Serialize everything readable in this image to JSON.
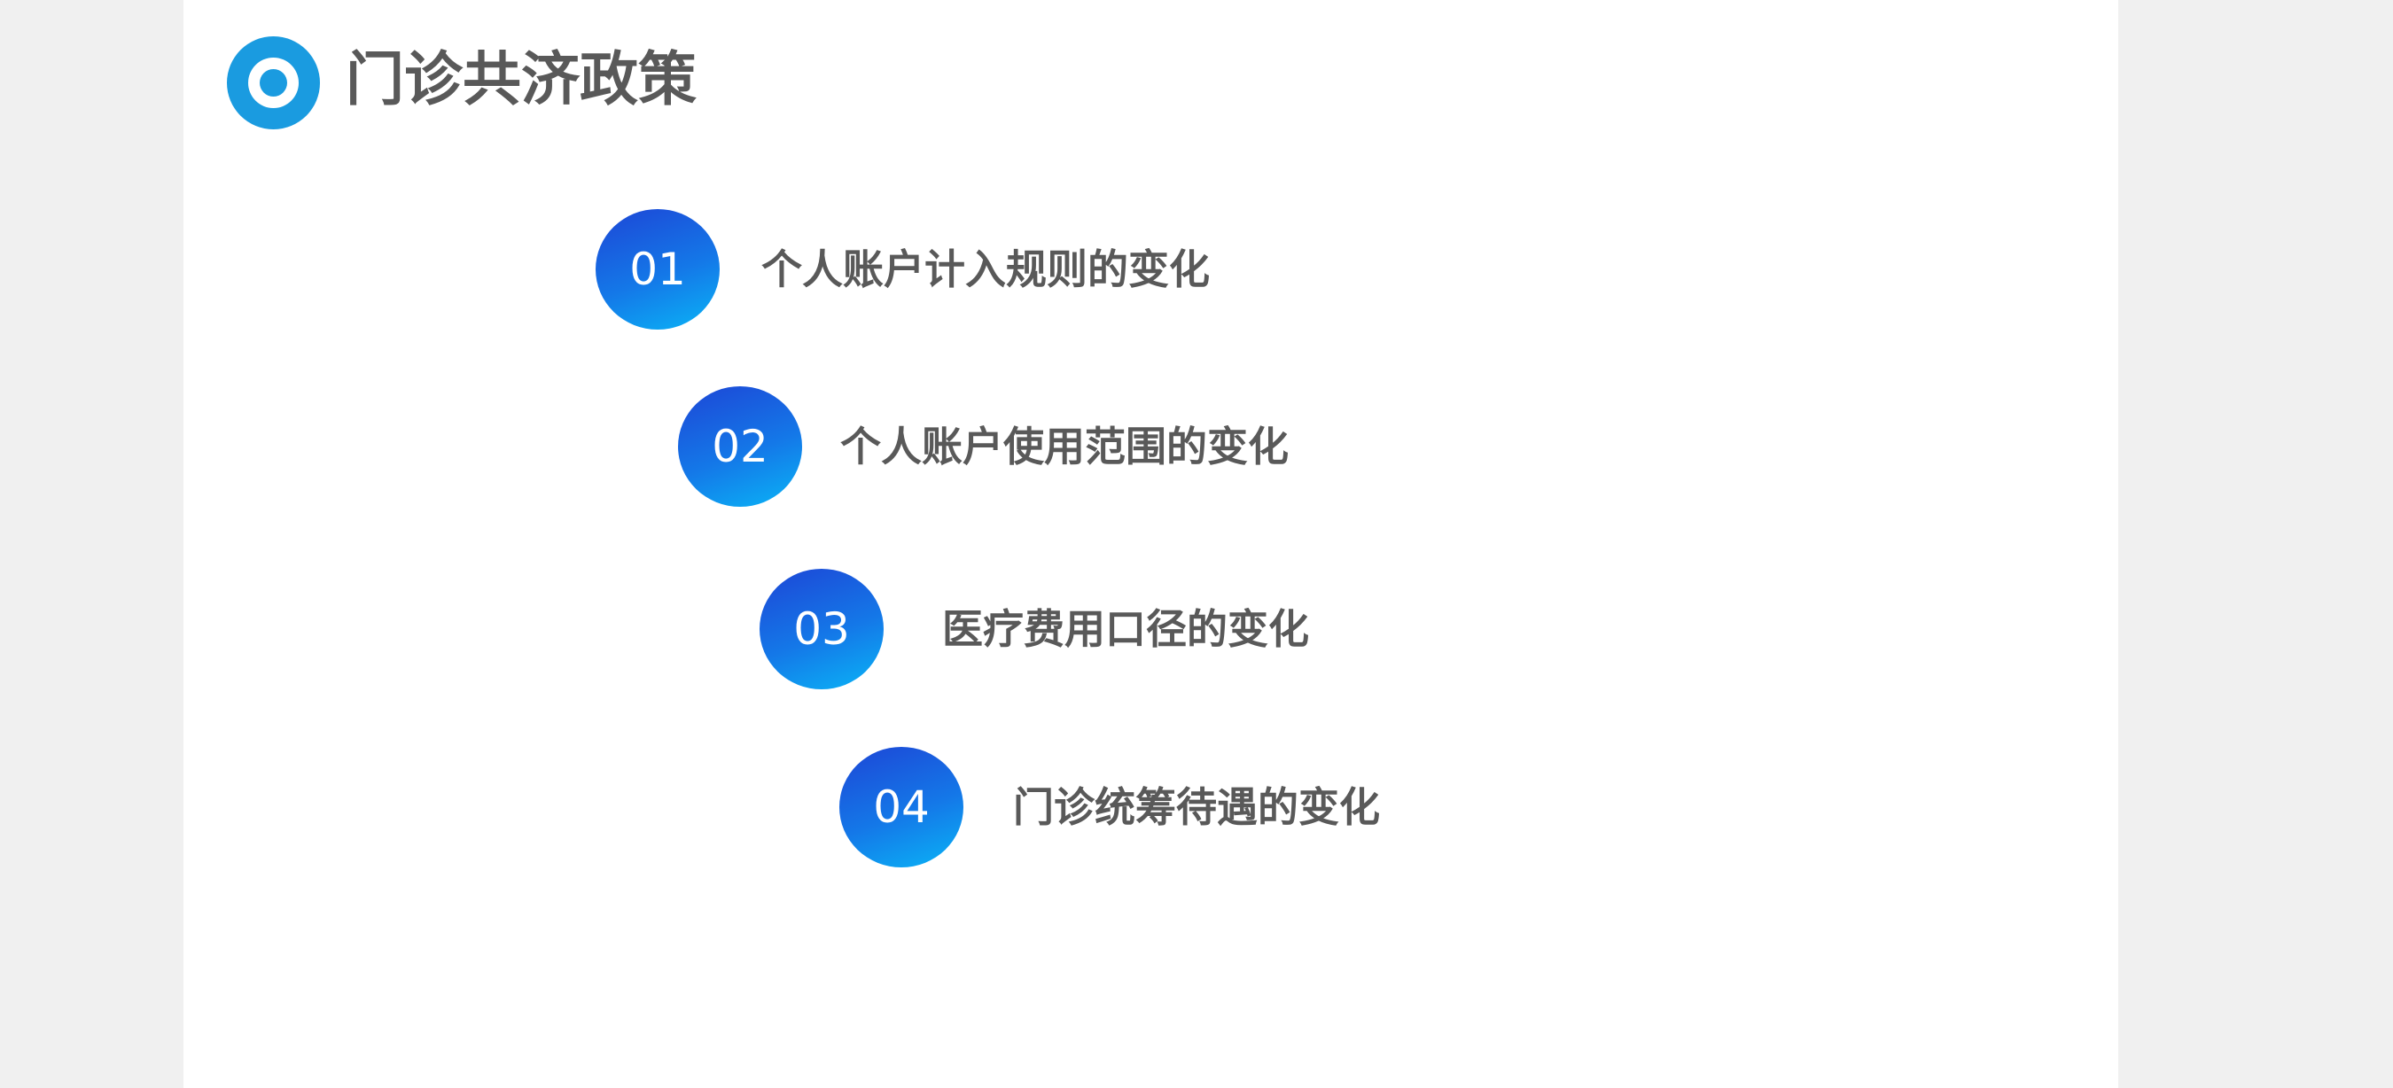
{
  "header": {
    "title": "门诊共济政策",
    "icon": "target-circle-icon",
    "accent_color": "#1a9be0"
  },
  "items": [
    {
      "number": "01",
      "label": "个人账户计入规则的变化"
    },
    {
      "number": "02",
      "label": "个人账户使用范围的变化"
    },
    {
      "number": "03",
      "label": "医疗费用口径的变化"
    },
    {
      "number": "04",
      "label": "门诊统筹待遇的变化"
    }
  ],
  "colors": {
    "circle_gradient_start": "#1d46d6",
    "circle_gradient_end": "#0ab4f6",
    "text": "#595959",
    "background": "#ffffff",
    "outer_background": "#f0f0f0"
  }
}
